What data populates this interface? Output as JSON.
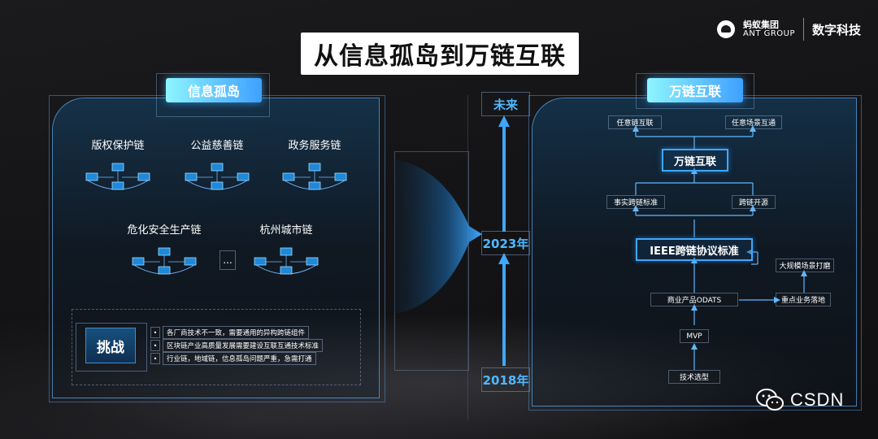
{
  "brand": {
    "cn": "蚂蚁集团",
    "en": "ANT GROUP",
    "division": "数字科技"
  },
  "title": "从信息孤岛到万链互联",
  "left_panel": {
    "tag": "信息孤岛",
    "chains": [
      "版权保护链",
      "公益慈善链",
      "政务服务链",
      "危化安全生产链",
      "杭州城市链"
    ],
    "ellipsis": "...",
    "challenge": {
      "label": "挑战",
      "bullets": [
        "各厂商技术不一致，需要通用的异构跨链组件",
        "区块链产业高质量发展需要建设互联互通技术标准",
        "行业链，地域链，信息孤岛问题严重，急需打通"
      ],
      "bullet_mark": "•"
    }
  },
  "timeline": {
    "top": "未来",
    "middle": "2023年",
    "bottom": "2018年"
  },
  "right_panel": {
    "tag": "万链互联",
    "nodes": {
      "any_chain": "任意链互联",
      "any_scene": "任意场景互通",
      "wan_lian": "万链互联",
      "de_facto": "事实跨链标准",
      "open_source": "跨链开源",
      "ieee": "IEEE跨链协议标准",
      "large_scale": "大规模场景打磨",
      "odats": "商业产品ODATS",
      "key_business": "重点业务落地",
      "mvp": "MVP",
      "tech_select": "技术选型"
    }
  },
  "watermark": {
    "icon": "wechat-icon",
    "text": "CSDN"
  },
  "colors": {
    "accent": "#3fa7ff",
    "year": "#4fb8ff",
    "tag_start": "#8ef5ff",
    "tag_end": "#3fa0ff"
  }
}
